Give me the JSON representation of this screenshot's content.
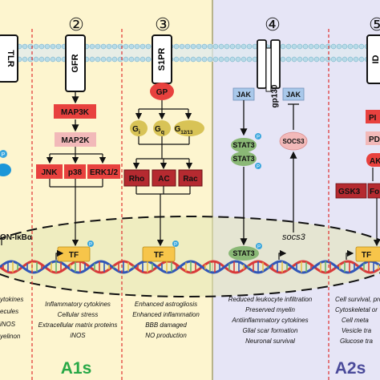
{
  "panels": {
    "n2": "②",
    "n3": "③",
    "n4": "④",
    "n5": "⑤"
  },
  "receptors": {
    "tlr": "TLR",
    "gfr": "GFR",
    "s1pr": "S1PR",
    "gp130": "gp130",
    "id": "ID"
  },
  "nodes": {
    "map3k": "MAP3K",
    "map2k": "MAP2K",
    "jnk": "JNK",
    "p38": "p38",
    "erk": "ERK1/2",
    "gp": "GP",
    "gi": "G",
    "gq": "G",
    "g1213": "G",
    "gi_sub": "i",
    "gq_sub": "q",
    "g1213_sub": "12/13",
    "rho": "Rho",
    "ac": "AC",
    "rac": "Rac",
    "jak1": "JAK",
    "jak2": "JAK",
    "stat3_a": "STAT3",
    "stat3_b": "STAT3",
    "socs3_protein": "SOCS3",
    "socs3_gene": "socs3",
    "pi": "PI",
    "pd": "PD",
    "ak": "AK",
    "gsk": "GSK3",
    "fo": "Fo",
    "ikb": "ON-IκBα",
    "tf1": "TF",
    "tf2": "TF",
    "tf3": "TF",
    "stat3_nuc": "STAT3",
    "tf5": "TF",
    "phospho": "P"
  },
  "outputs": {
    "col1": [
      "ytokines",
      "ecules",
      "iNOS",
      "yelinon"
    ],
    "col2": [
      "Inflammatory cytokines",
      "Cellular stress",
      "Extracellular matrix proteins",
      "iNOS"
    ],
    "col3": [
      "Enhanced astrogliosis",
      "Enhanced inflammation",
      "BBB damaged",
      "NO production"
    ],
    "col4": [
      "Reduced leukocyte infiltration",
      "Preserved myelin",
      "Antiinflammatory cytokines",
      "Glial scar formation",
      "Neuronal survival"
    ],
    "col5": [
      "Cell survival, pro",
      "Cytoskeletal or",
      "Cell meta",
      "Vesicle tra",
      "Glucose tra"
    ]
  },
  "footer": {
    "a1s": "A1s",
    "a2s": "A2s"
  },
  "colors": {
    "a1_background": "#fdf5cf",
    "a2_background": "#e6e5f6",
    "mapk_red": "#e8413e",
    "pink": "#f2b9b9",
    "pastel_green": "#8ab876",
    "jak_blue": "#a9c8ea",
    "tf_yellow": "#f7c54a",
    "a_label_green": "#27a846"
  }
}
